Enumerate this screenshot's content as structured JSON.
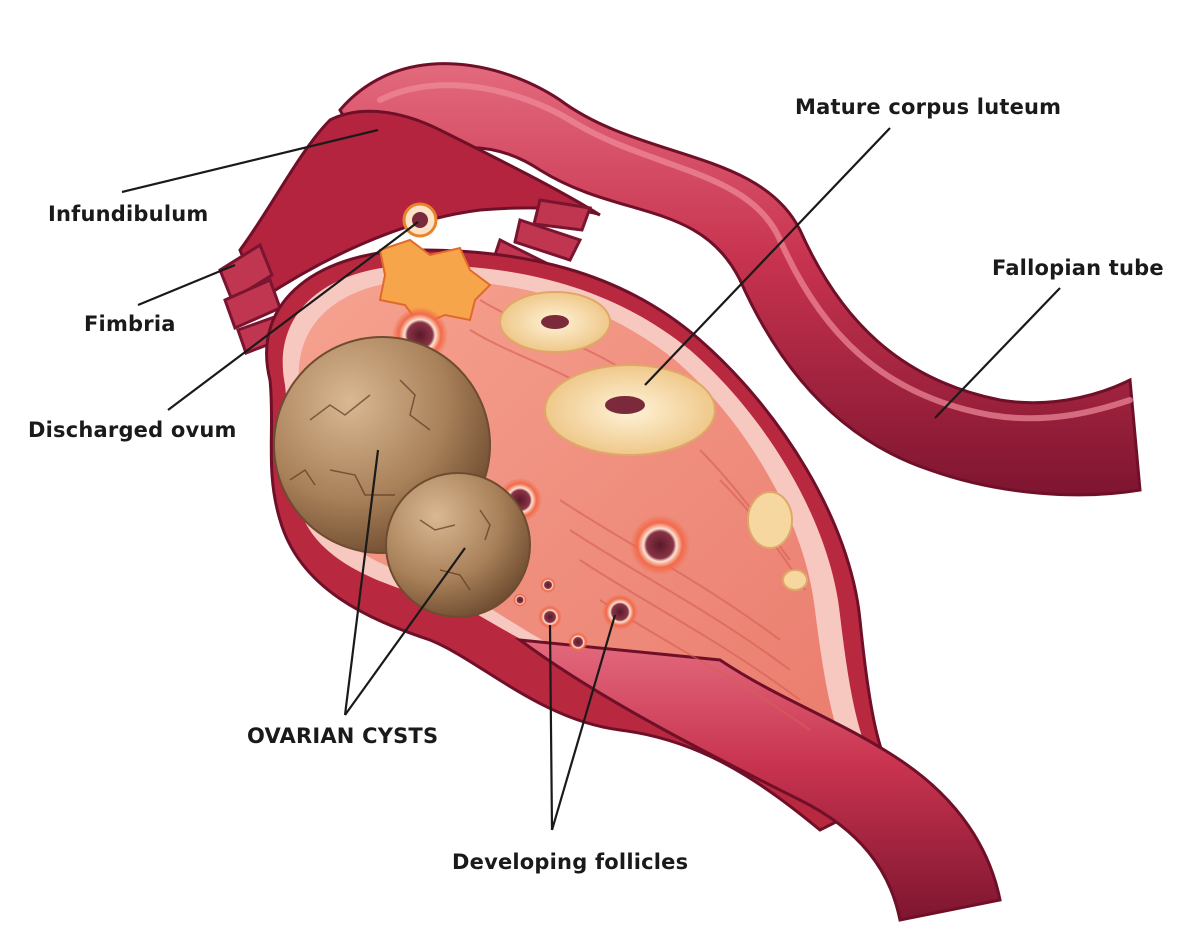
{
  "labels": {
    "infundibulum": "Infundibulum",
    "fimbria": "Fimbria",
    "discharged_ovum": "Discharged ovum",
    "mature_corpus_luteum": "Mature corpus luteum",
    "fallopian_tube": "Fallopian tube",
    "ovarian_cysts": "OVARIAN CYSTS",
    "developing_follicles": "Developing follicles"
  },
  "colors": {
    "tube_dark": "#8e1b34",
    "tube_mid": "#c8334f",
    "tube_light": "#e06277",
    "ovary_tissue": "#f08f7f",
    "ovary_rim": "#f7c8c0",
    "cyst_brown": "#a07a55",
    "follicle_core": "#7a2a3a",
    "corpus_luteum": "#f6dfb0",
    "label_line": "#1a1a1a"
  }
}
